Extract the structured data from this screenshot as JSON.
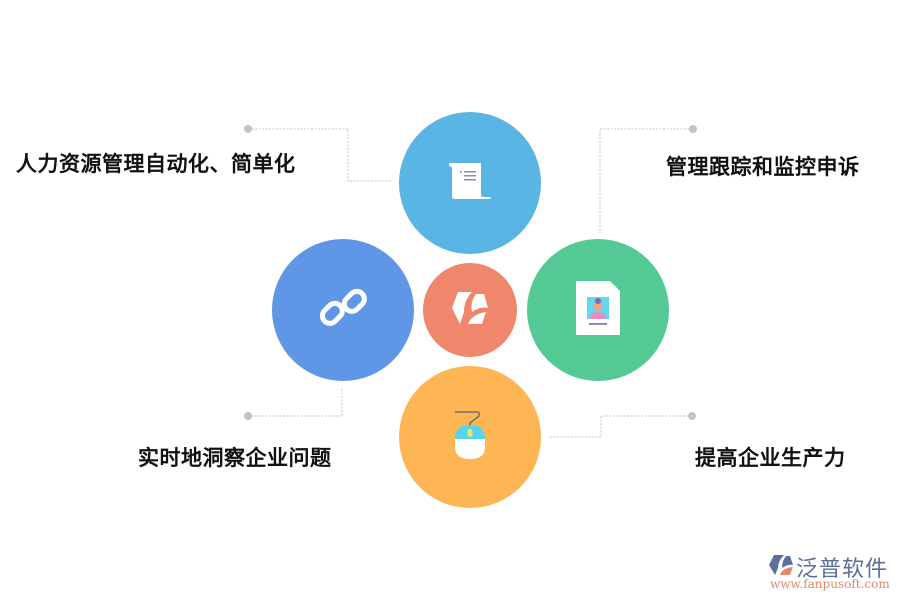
{
  "diagram": {
    "center": {
      "name": "hub",
      "icon": "brand-leaf-icon",
      "color": "#F0876D"
    },
    "nodes": [
      {
        "position": "top",
        "icon": "scroll-document-icon",
        "color": "#58B5E4",
        "label": "人力资源管理自动化、简单化"
      },
      {
        "position": "right",
        "icon": "id-card-document-icon",
        "color": "#55C994",
        "label": "管理跟踪和监控申诉"
      },
      {
        "position": "left",
        "icon": "chain-link-icon",
        "color": "#5F96E6",
        "label": "实时地洞察企业问题"
      },
      {
        "position": "bottom",
        "icon": "computer-mouse-icon",
        "color": "#FDB653",
        "label": "提高企业生产力"
      }
    ],
    "connector_color": "#c8c8c8"
  },
  "logo": {
    "name": "泛普软件",
    "url": "www.fanpusoft.com"
  }
}
